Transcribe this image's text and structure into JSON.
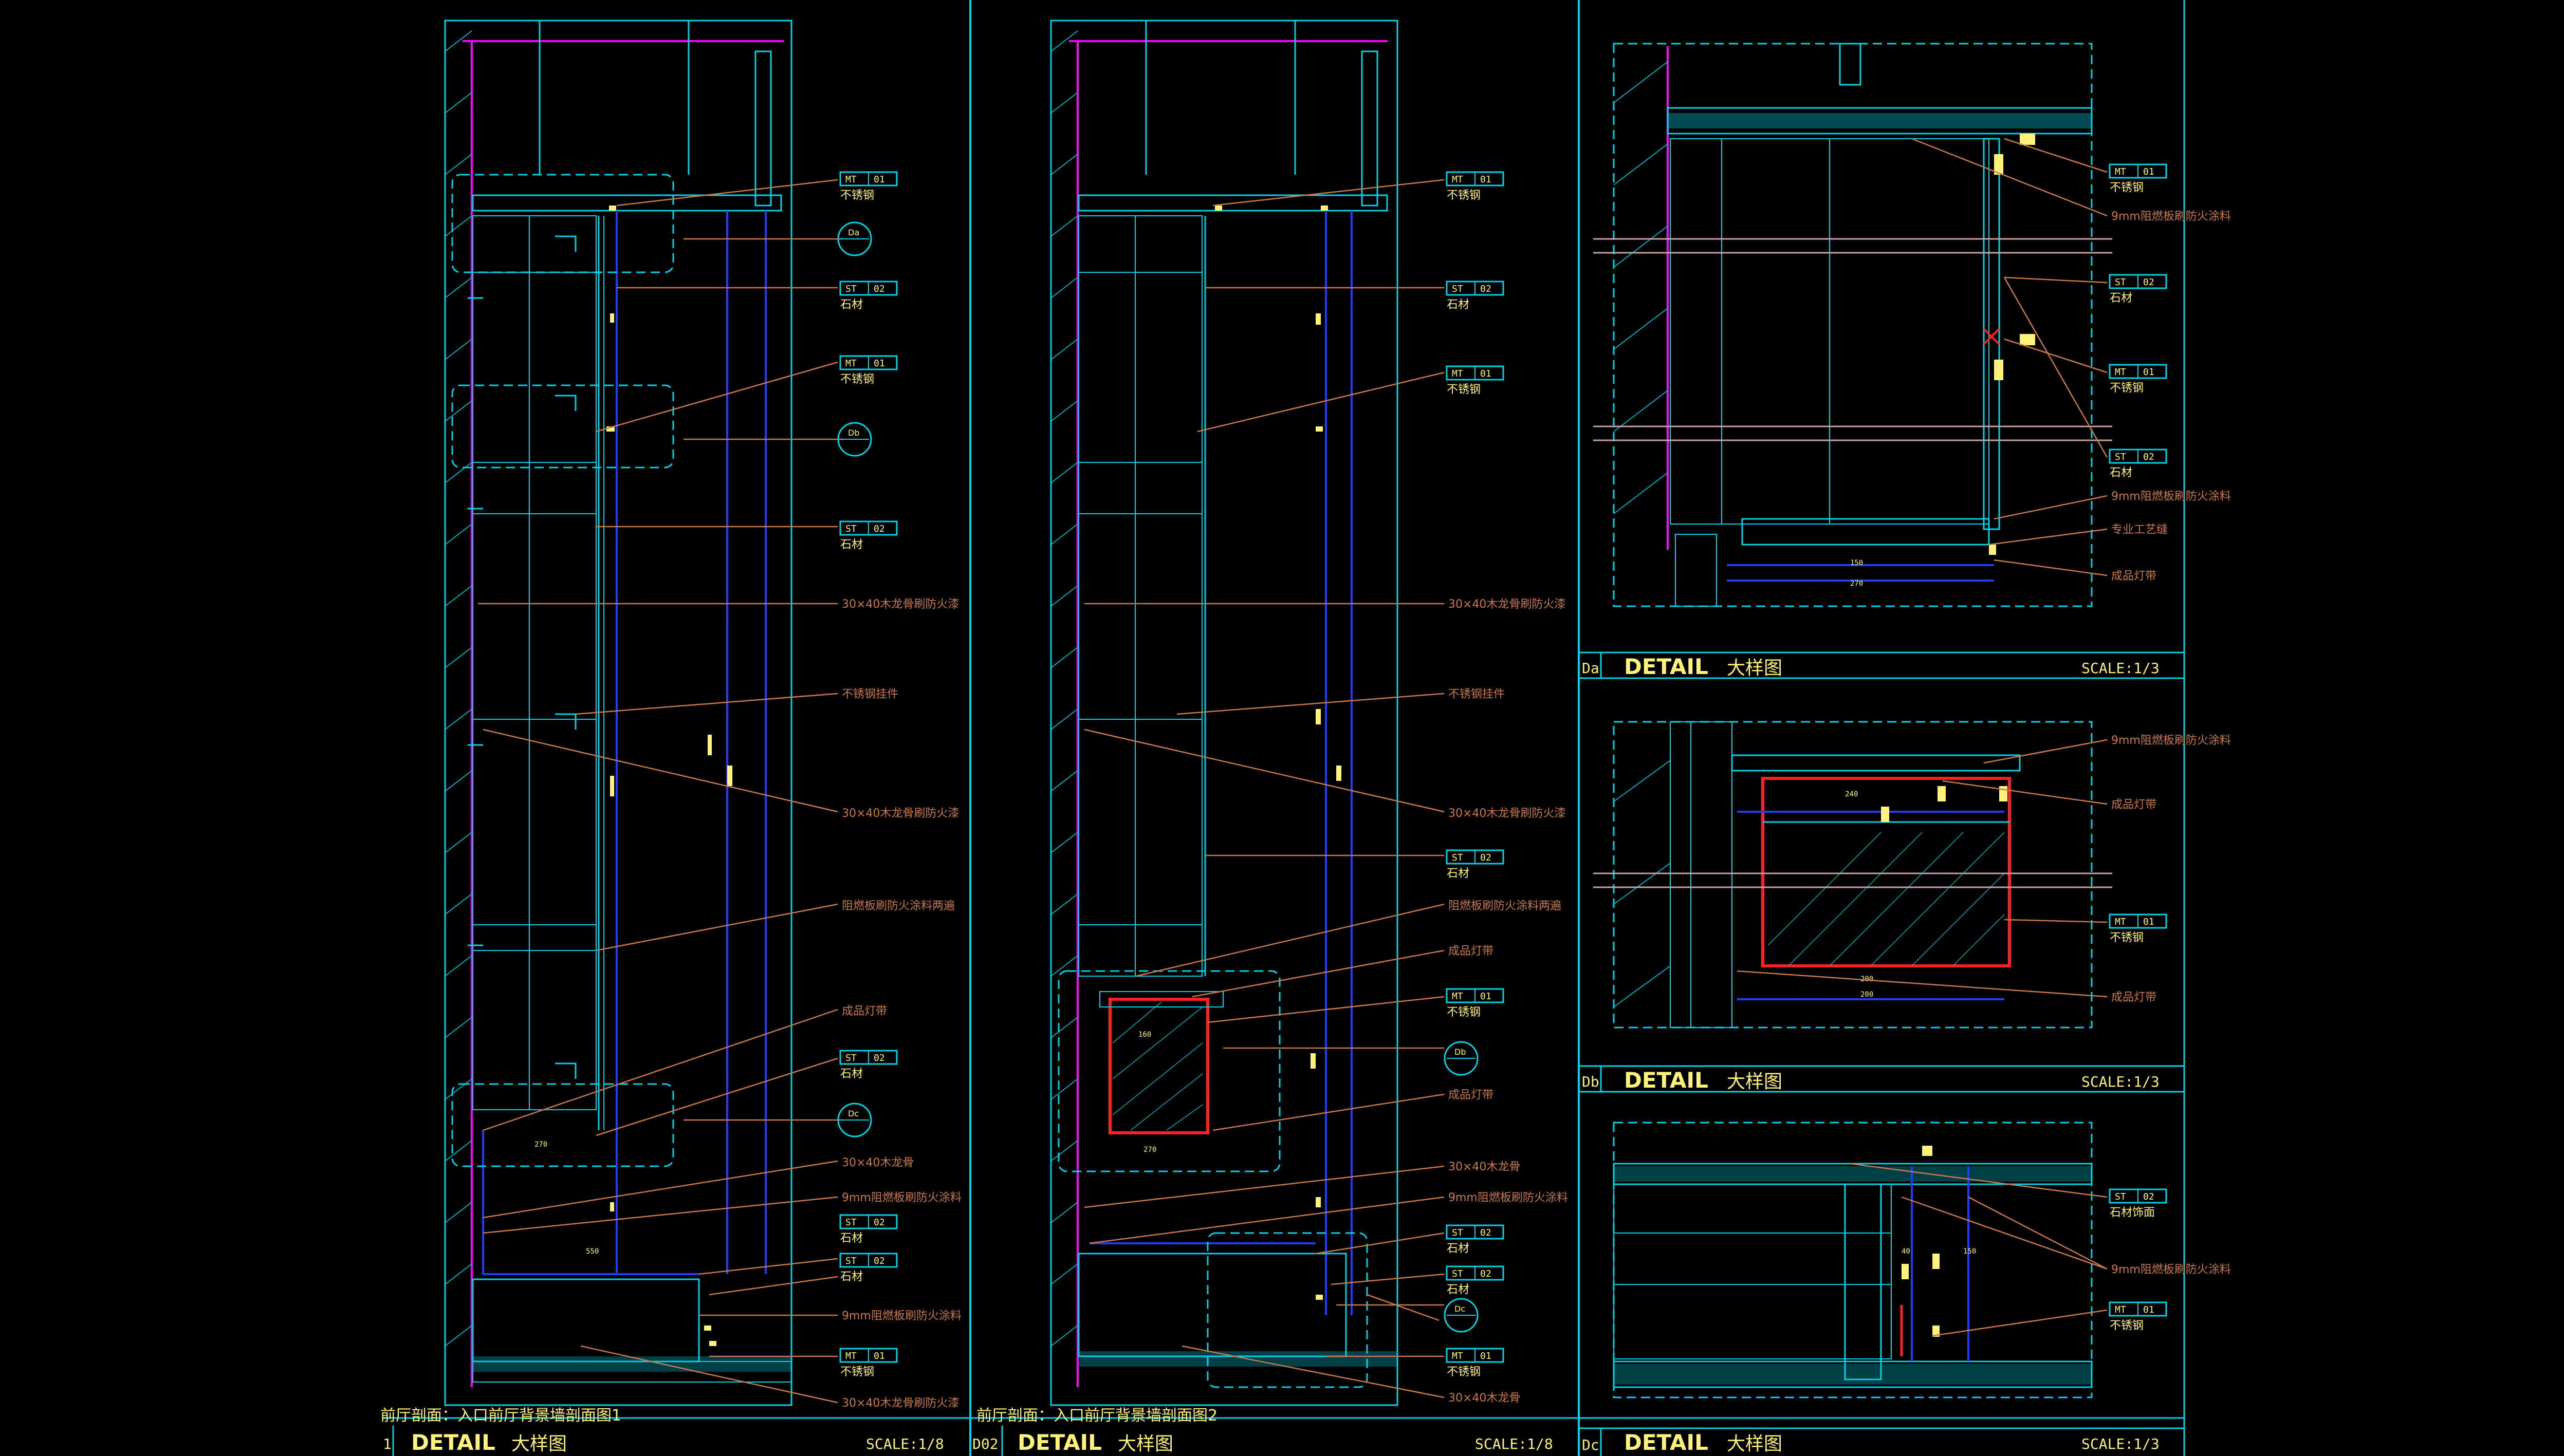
{
  "panel1": {
    "caption": "前厅剖面：入口前厅背景墙剖面图1",
    "detail_word": "DETAIL",
    "detail_cn": "大样图",
    "scale": "SCALE:1/8",
    "index_no": "1",
    "tags": [
      {
        "code": "MT",
        "no": "01",
        "sub": "不锈钢"
      },
      {
        "code": "ST",
        "no": "02",
        "sub": "石材"
      },
      {
        "code": "MT",
        "no": "01",
        "sub": "不锈钢"
      },
      {
        "code": "ST",
        "no": "02",
        "sub": "石材"
      },
      {
        "code": "ST",
        "no": "02",
        "sub": "石材"
      },
      {
        "code": "ST",
        "no": "02",
        "sub": "石材"
      },
      {
        "code": "ST",
        "no": "02",
        "sub": "石材"
      },
      {
        "code": "MT",
        "no": "01",
        "sub": "不锈钢"
      }
    ],
    "notes": [
      "30×40木龙骨刷防火漆",
      "不锈钢挂件",
      "30×40木龙骨刷防火漆",
      "阻燃板刷防火涂料两遍",
      "成品灯带",
      "30×40木龙骨",
      "9mm阻燃板刷防火涂料",
      "9mm阻燃板刷防火涂料",
      "30×40木龙骨刷防火漆"
    ],
    "bubbles": [
      "Da",
      "Db",
      "Dc"
    ]
  },
  "panel2": {
    "caption": "前厅剖面：入口前厅背景墙剖面图2",
    "detail_word": "DETAIL",
    "detail_cn": "大样图",
    "scale": "SCALE:1/8",
    "index_no": "D02",
    "tags": [
      {
        "code": "MT",
        "no": "01",
        "sub": "不锈钢"
      },
      {
        "code": "ST",
        "no": "02",
        "sub": "石材"
      },
      {
        "code": "MT",
        "no": "01",
        "sub": "不锈钢"
      },
      {
        "code": "ST",
        "no": "02",
        "sub": "石材"
      },
      {
        "code": "MT",
        "no": "01",
        "sub": "不锈钢"
      },
      {
        "code": "ST",
        "no": "02",
        "sub": "石材"
      },
      {
        "code": "ST",
        "no": "02",
        "sub": "石材"
      },
      {
        "code": "MT",
        "no": "01",
        "sub": "不锈钢"
      }
    ],
    "notes": [
      "30×40木龙骨刷防火漆",
      "不锈钢挂件",
      "30×40木龙骨刷防火漆",
      "阻燃板刷防火涂料两遍",
      "成品灯带",
      "成品灯带",
      "30×40木龙骨",
      "9mm阻燃板刷防火涂料",
      "30×40木龙骨"
    ],
    "bubbles": [
      "Db",
      "Dc"
    ]
  },
  "detailA": {
    "index": "Da",
    "detail_word": "DETAIL",
    "detail_cn": "大样图",
    "scale": "SCALE:1/3",
    "tags": [
      {
        "code": "MT",
        "no": "01",
        "sub": "不锈钢"
      },
      {
        "code": "ST",
        "no": "02",
        "sub": "石材"
      },
      {
        "code": "MT",
        "no": "01",
        "sub": "不锈钢"
      },
      {
        "code": "ST",
        "no": "02",
        "sub": "石材"
      }
    ],
    "notes": [
      "9mm阻燃板刷防火涂料",
      "9mm阻燃板刷防火涂料",
      "专业工艺缝",
      "成品灯带"
    ],
    "dims": [
      "150",
      "270"
    ]
  },
  "detailB": {
    "index": "Db",
    "detail_word": "DETAIL",
    "detail_cn": "大样图",
    "scale": "SCALE:1/3",
    "tags": [
      {
        "code": "MT",
        "no": "01",
        "sub": "不锈钢"
      }
    ],
    "notes": [
      "9mm阻燃板刷防火涂料",
      "成品灯带",
      "成品灯带"
    ],
    "dims": [
      "240",
      "200",
      "200"
    ]
  },
  "detailC": {
    "index": "Dc",
    "detail_word": "DETAIL",
    "detail_cn": "大样图",
    "scale": "SCALE:1/3",
    "tags": [
      {
        "code": "ST",
        "no": "02",
        "sub": "石材饰面"
      },
      {
        "code": "MT",
        "no": "01",
        "sub": "不锈钢"
      }
    ],
    "notes": [
      "9mm阻燃板刷防火涂料"
    ],
    "dims": [
      "40",
      "150"
    ]
  }
}
